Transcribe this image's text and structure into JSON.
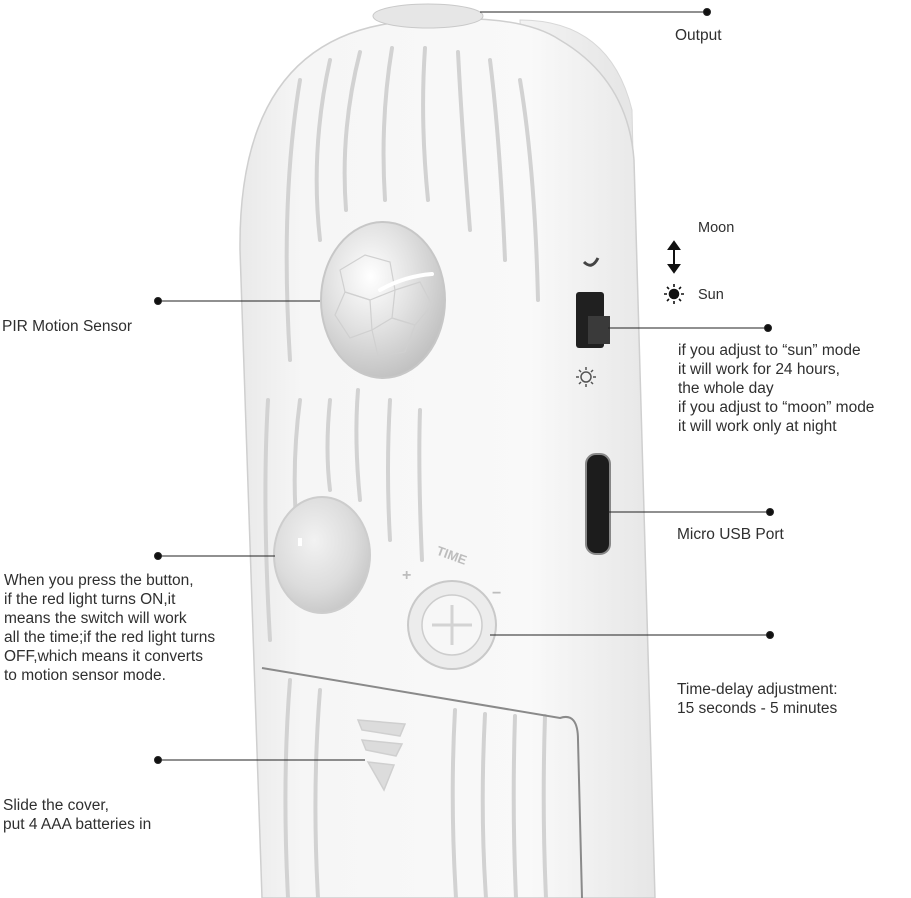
{
  "labels": {
    "output": "Output",
    "moon": "Moon",
    "sun": "Sun",
    "pir": "PIR Motion Sensor",
    "mode_desc": "if you adjust to “sun” mode\nit will work for 24 hours,\nthe whole day\nif you  adjust to “moon” mode\nit will work only at night",
    "usb": "Micro USB Port",
    "button_desc": "When you press the button,\nif the red light turns ON,it\nmeans the switch will work\nall the time;if the red light turns\nOFF,which means it converts\nto motion sensor mode.",
    "time_delay": "Time-delay adjustment:\n15 seconds - 5 minutes",
    "cover": "Slide the cover,\nput 4 AAA batteries in",
    "knob_text": "TIME",
    "knob_plus": "+",
    "knob_minus": "−"
  },
  "icons": {
    "moon": "moon-icon",
    "sun": "sun-icon",
    "toggle_arrow": "double-arrow-icon"
  },
  "colors": {
    "body": "#f4f4f4",
    "line": "#222222",
    "text": "#2f2f2f"
  }
}
